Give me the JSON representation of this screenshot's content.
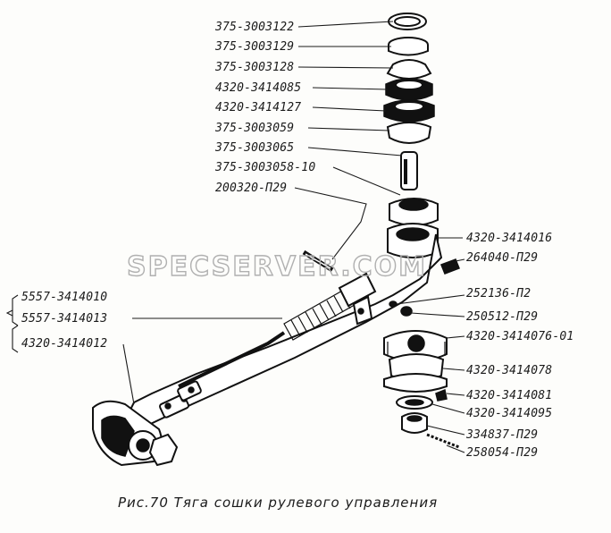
{
  "watermark": "SPECSERVER.COM",
  "caption": "Рис.70  Тяга  сошки  рулевого  управления",
  "labels": {
    "l01": "375-3003122",
    "l02": "375-3003129",
    "l03": "375-3003128",
    "l04": "4320-3414085",
    "l05": "4320-3414127",
    "l06": "375-3003059",
    "l07": "375-3003065",
    "l08": "375-3003058-10",
    "l09": "200320-П29",
    "l10": "4320-3414016",
    "l11": "264040-П29",
    "l12": "252136-П2",
    "l13": "250512-П29",
    "l14": "4320-3414076-01",
    "l15": "4320-3414078",
    "l16": "4320-3414081",
    "l17": "4320-3414095",
    "l18": "334837-П29",
    "l19": "258054-П29",
    "l20": "5557-3414010",
    "l21": "5557-3414013",
    "l22": "4320-3414012"
  }
}
